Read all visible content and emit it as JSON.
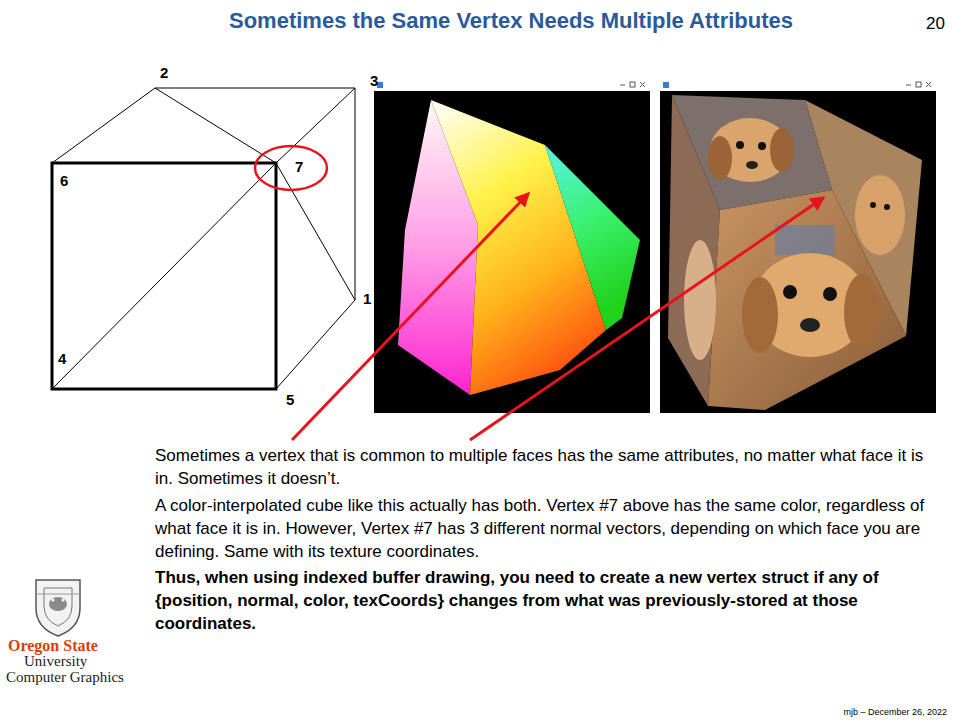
{
  "diagram": {
    "title": "Sometimes the Same Vertex Needs Multiple Attributes",
    "labels": [
      "20",
      "2",
      "3",
      "6",
      "7",
      "1",
      "4",
      "5",
      "Sometimes a vertex that is common to multiple faces has the same attributes, no matter what face it is in.  Sometimes it doesn’t.",
      "A color-interpolated cube like this actually has both.  Vertex #7 above has the same color, regardless of what face it is in.  However, Vertex #7 has 3 different normal vectors, depending on which face you are defining.  Same with its texture coordinates.",
      "Thus, when using indexed buffer drawing, you need to create a new vertex struct if any of {position, normal, color, texCoords} changes from what was previously-stored at those coordinates.",
      "Oregon State",
      "University",
      "Computer Graphics",
      "mjb – December 26, 2022"
    ]
  }
}
